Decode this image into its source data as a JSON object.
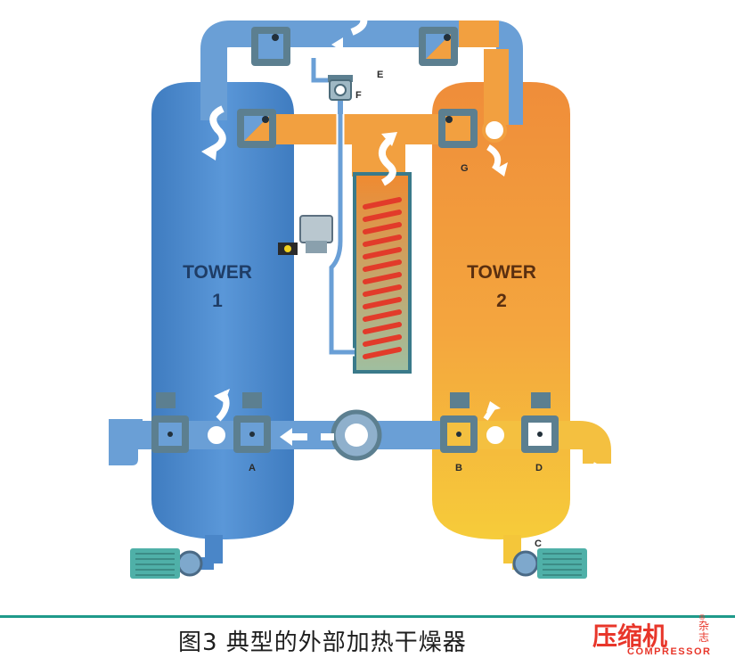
{
  "diagram": {
    "tower1": {
      "label_line1": "TOWER",
      "label_line2": "1"
    },
    "tower2": {
      "label_line1": "TOWER",
      "label_line2": "2"
    },
    "valve_labels": {
      "A": "A",
      "B": "B",
      "C": "C",
      "D": "D",
      "E": "E",
      "F": "F",
      "G": "G"
    }
  },
  "caption": "图3  典型的外部加热干燥器",
  "logo": {
    "chinese": "压缩机",
    "side": "杂志",
    "english": "COMPRESSOR",
    "registered": "®"
  },
  "colors": {
    "tower1": "#4a86c8",
    "tower2": "#f29a3c",
    "pipe_blue": "#6a9fd6",
    "pipe_orange": "#f2a040",
    "valve_frame": "#5c7f90",
    "heater_coil": "#e23b2a",
    "accent_line": "#1f9a8a",
    "logo_red": "#e8362a"
  }
}
